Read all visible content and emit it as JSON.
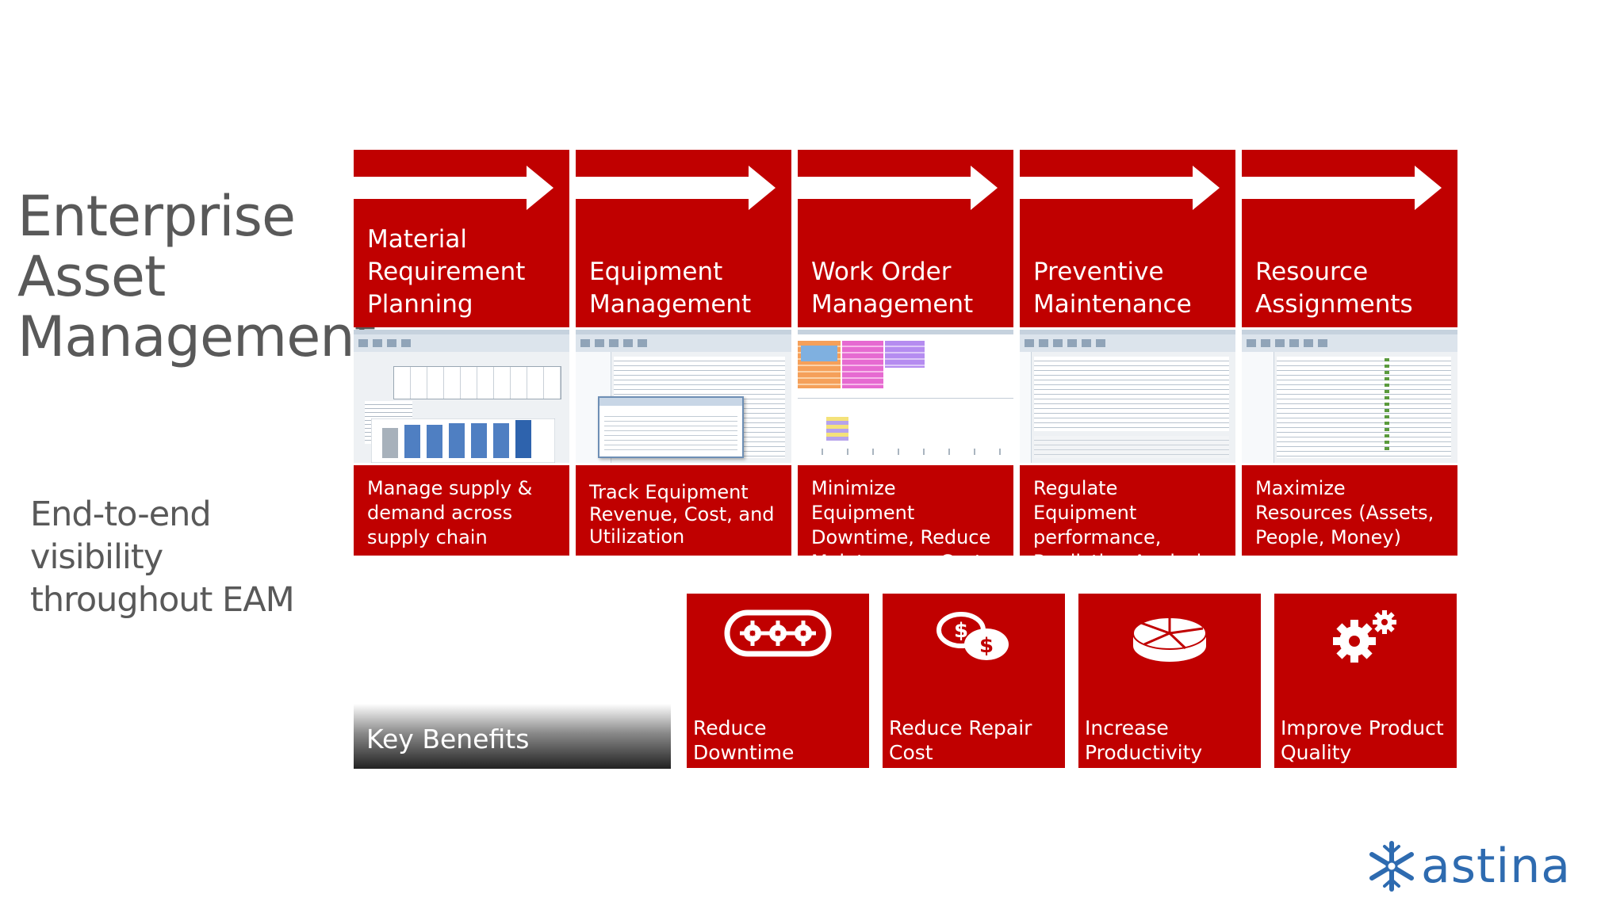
{
  "title": "Enterprise Asset Management",
  "subtitle": "End-to-end visibility throughout EAM",
  "columns": [
    {
      "label": "Material Requirement Planning",
      "desc": "Manage supply & demand across supply chain"
    },
    {
      "label": "Equipment Management",
      "desc": "Track Equipment Revenue, Cost, and Utilization"
    },
    {
      "label": "Work Order Management",
      "desc": "Minimize Equipment Downtime, Reduce Maintenance Costs"
    },
    {
      "label": "Preventive Maintenance",
      "desc": "Regulate Equipment performance, Predictive Analysis"
    },
    {
      "label": "Resource Assignments",
      "desc": "Maximize Resources (Assets, People, Money)"
    }
  ],
  "key_benefits_label": "Key Benefits",
  "benefits": [
    {
      "label": "Reduce Downtime",
      "icon": "conveyor-gears-icon"
    },
    {
      "label": "Reduce Repair Cost",
      "icon": "coins-icon"
    },
    {
      "label": "Increase Productivity",
      "icon": "pie-chart-icon"
    },
    {
      "label": "Improve Product Quality",
      "icon": "gears-icon"
    }
  ],
  "brand": {
    "name": "astina",
    "color": "#2e6bb0",
    "accent": "#c00000",
    "icon": "snowflake-icon"
  }
}
